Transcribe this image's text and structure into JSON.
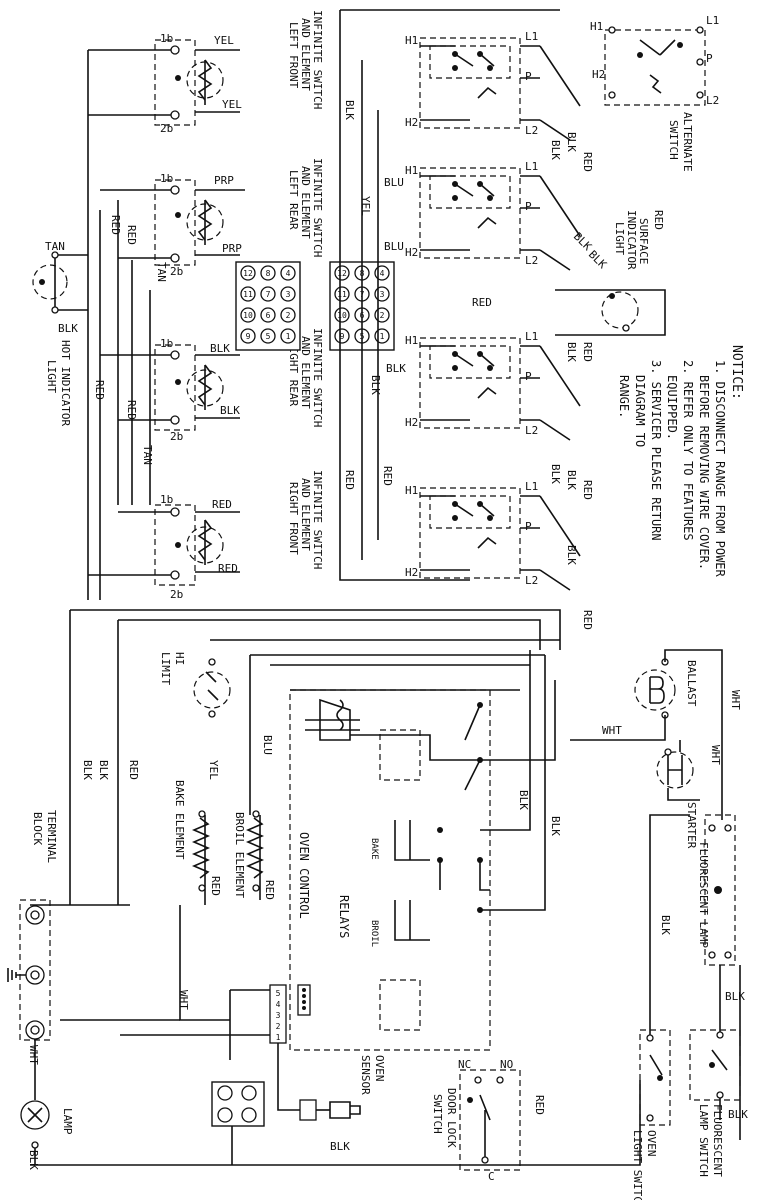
{
  "notice": {
    "title": "NOTICE:",
    "lines": [
      "1. DISCONNECT RANGE FROM POWER",
      "BEFORE REMOVING WIRE COVER.",
      "2. REFER ONLY TO FEATURES",
      "EQUIPPED.",
      "3. SERVICER PLEASE RETURN",
      "DIAGRAM TO",
      "RANGE."
    ]
  },
  "components": {
    "sw_left_front": [
      "INFINITE SWITCH",
      "AND ELEMENT",
      "LEFT FRONT"
    ],
    "sw_left_rear": [
      "INFINITE SWITCH",
      "AND ELEMENT",
      "LEFT REAR"
    ],
    "sw_right_rear": [
      "INFINITE SWITCH",
      "AND ELEMENT",
      "RIGHT REAR"
    ],
    "sw_right_front": [
      "INFINITE SWITCH",
      "AND ELEMENT",
      "RIGHT FRONT"
    ],
    "hot_light": [
      "HOT INDICATOR",
      "LIGHT"
    ],
    "alternate_switch": [
      "ALTERNATE",
      "SWITCH"
    ],
    "surface_light": [
      "SURFACE",
      "INDICATOR",
      "LIGHT"
    ],
    "ballast": "BALLAST",
    "starter": "STARTER",
    "fl_lamp": "FLUORESCENT LAMP",
    "fl_switch": [
      "FLUORESCENT",
      "LAMP SWITCH"
    ],
    "oven_light_switch": [
      "OVEN",
      "LIGHT SWITCH"
    ],
    "hi_limit": [
      "HI",
      "LIMIT"
    ],
    "broil_element": "BROIL ELEMENT",
    "bake_element": "BAKE ELEMENT",
    "oven_control": "OVEN CONTROL",
    "relays": "RELAYS",
    "terminal_block": [
      "TERMINAL",
      "BLOCK"
    ],
    "oven_sensor": [
      "OVEN",
      "SENSOR"
    ],
    "door_lock": [
      "DOOR LOCK",
      "SWITCH"
    ],
    "lamp": "LAMP"
  },
  "terminals": {
    "t1b": "1b",
    "t2b": "2b",
    "h1": "H1",
    "h2": "H2",
    "l1": "L1",
    "l2": "L2",
    "p": "P",
    "nc": "NC",
    "no": "NO",
    "c": "C",
    "bake": "BAKE",
    "broil": "BROIL",
    "grid_left": [
      "12",
      "11",
      "10",
      "9",
      "8",
      "7",
      "6",
      "5",
      "4",
      "3",
      "2",
      "1"
    ],
    "grid_right": [
      "12",
      "11",
      "10",
      "9",
      "8",
      "7",
      "6",
      "5",
      "4",
      "3",
      "2",
      "1"
    ],
    "sensor_pins": [
      "5",
      "4",
      "3",
      "2",
      "1"
    ]
  },
  "wires": {
    "yel": "YEL",
    "prp": "PRP",
    "blk": "BLK",
    "red": "RED",
    "tan": "TAN",
    "blu": "BLU",
    "wht": "WHT"
  }
}
